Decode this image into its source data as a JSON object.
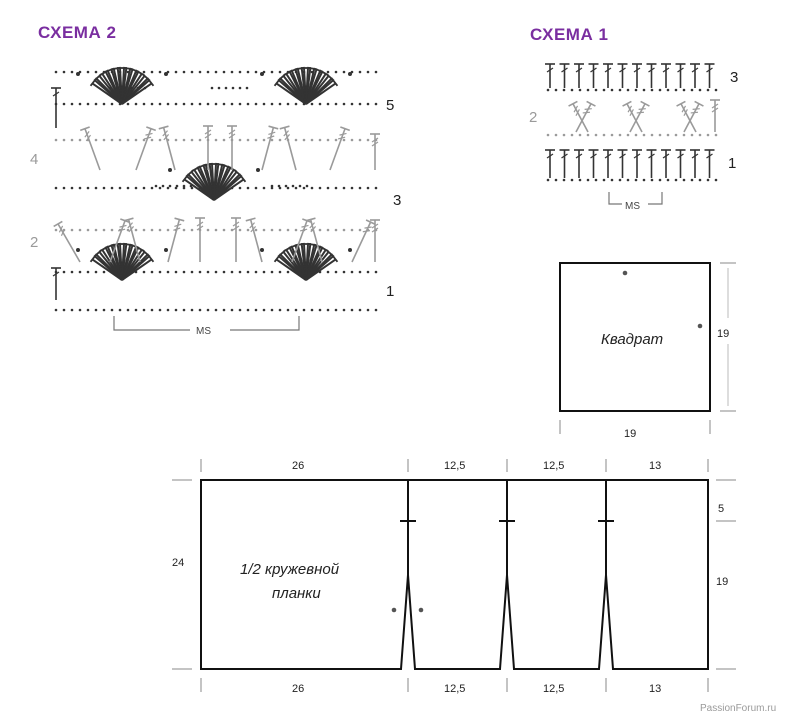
{
  "scheme2": {
    "title": "СХЕМА 2",
    "row_labels": [
      "5",
      "4",
      "3",
      "2",
      "1"
    ],
    "repeat_label": "MS"
  },
  "scheme1": {
    "title": "СХЕМА 1",
    "row_labels": [
      "3",
      "2",
      "1"
    ],
    "repeat_label": "MS"
  },
  "square": {
    "label": "Квадрат",
    "width": "19",
    "height": "19"
  },
  "panel": {
    "label_line1": "1/2 кружевной",
    "label_line2": "планки",
    "top_dims": [
      "26",
      "12,5",
      "12,5",
      "13"
    ],
    "bottom_dims": [
      "26",
      "12,5",
      "12,5",
      "13"
    ],
    "left_height": "24",
    "right_top": "5",
    "right_bottom": "19"
  },
  "watermark": "PassionForum.ru"
}
